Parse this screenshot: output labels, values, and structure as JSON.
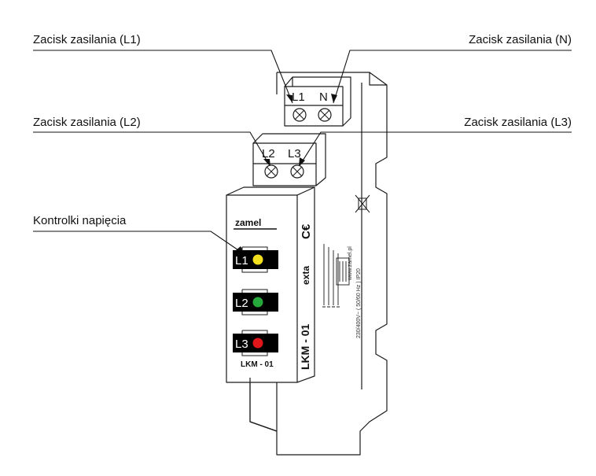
{
  "labels": {
    "supply_l1": "Zacisk zasilania (L1)",
    "supply_n": "Zacisk zasilania (N)",
    "supply_l2": "Zacisk zasilania (L2)",
    "supply_l3": "Zacisk zasilania (L3)",
    "indicators": "Kontrolki napięcia"
  },
  "device": {
    "brand": "zamel",
    "model_front": "LKM - 01",
    "model_side": "LKM - 01",
    "side_exta": "exta",
    "side_ce": "C€",
    "side_spec_1": "230/400V~   ( 50/60 Hz )   IP20",
    "side_spec_2": "www.zamel.pl",
    "terminals": {
      "top_left": "L1",
      "top_right": "N",
      "mid_left": "L2",
      "mid_right": "L3"
    },
    "leds": [
      {
        "label": "L1",
        "color": "#f2df1e"
      },
      {
        "label": "L2",
        "color": "#27a83a"
      },
      {
        "label": "L3",
        "color": "#e0161b"
      }
    ]
  }
}
